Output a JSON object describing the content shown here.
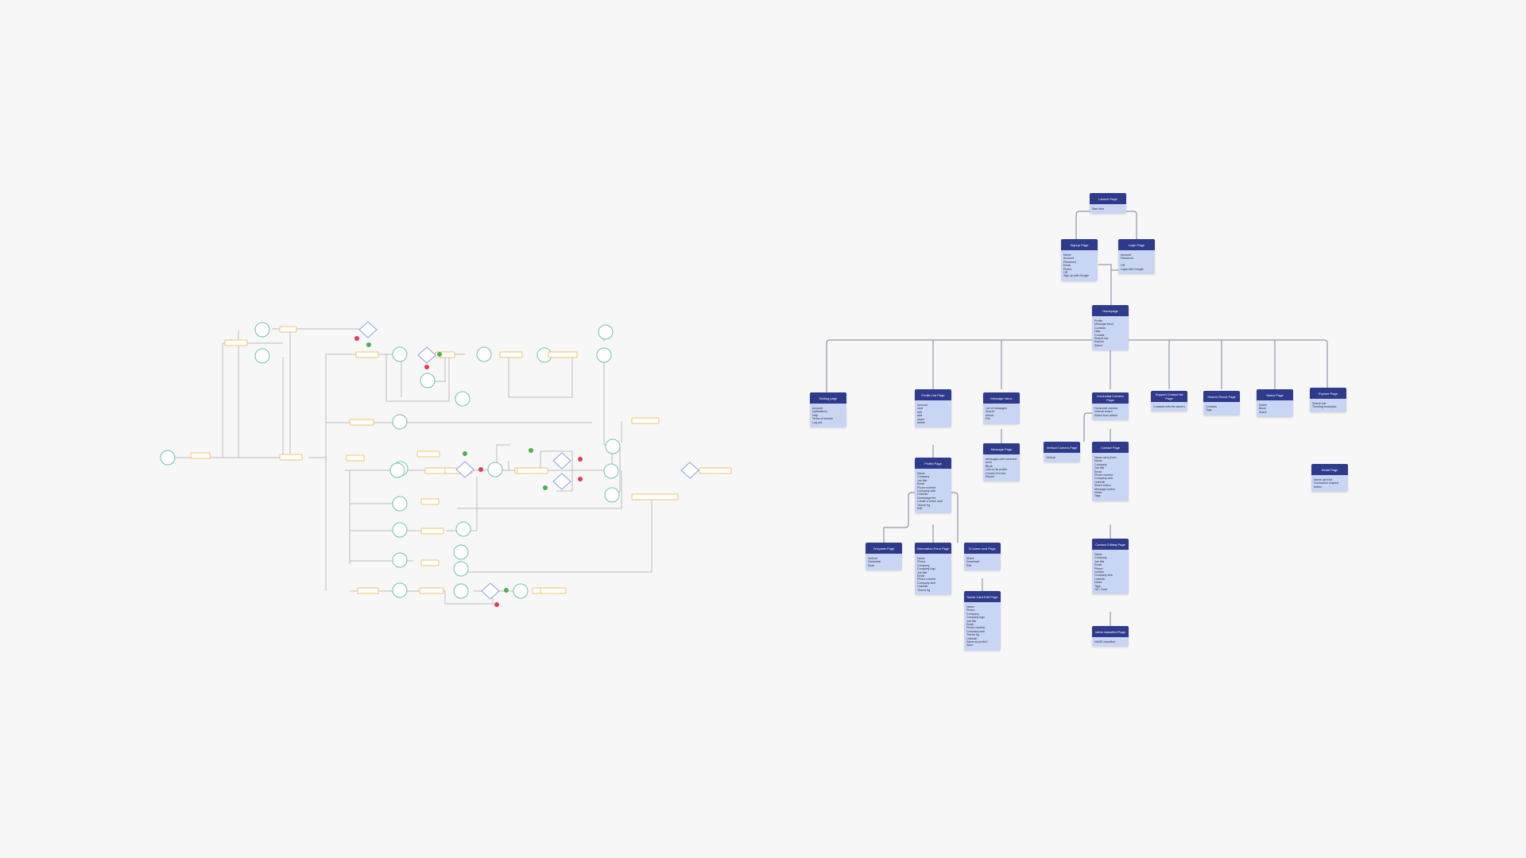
{
  "colors": {
    "background": "#f8f7f7",
    "node_header": "#2e3a8c",
    "node_body": "#c9d6f3",
    "connector": "#8f97a8",
    "flow_circle": "#6fbfb1",
    "flow_rect": "#f0c36a",
    "flow_diamond": "#8a9de6",
    "flow_yes": "#4caf50",
    "flow_no": "#e53955",
    "flow_line": "#bdbdbd"
  },
  "sitemap": {
    "nodes": [
      {
        "id": "launch",
        "title": "Launch Page",
        "items": [
          "Start flow"
        ]
      },
      {
        "id": "signup",
        "title": "Signup Page",
        "items": [
          "Name",
          "Account",
          "Password",
          "Email",
          "Phone",
          "OR",
          "Sign up with Google"
        ]
      },
      {
        "id": "login",
        "title": "Login Page",
        "items": [
          "Account",
          "Password",
          "",
          "OR",
          "Login with Google"
        ]
      },
      {
        "id": "homepage",
        "title": "Homepage",
        "items": [
          "Profile",
          "Message inbox",
          "Contacts",
          "Help",
          "Contact",
          "Search bar",
          "Explore",
          "Select"
        ]
      },
      {
        "id": "setting",
        "title": "Setting page",
        "items": [
          "Account",
          "notifications",
          "Help",
          "Terms of service",
          "Log out"
        ]
      },
      {
        "id": "profile-list",
        "title": "Profile List Page",
        "items": [
          "Account",
          "card",
          "edit",
          "add",
          "share",
          "delete"
        ]
      },
      {
        "id": "message-inbox",
        "title": "Message Inbox",
        "items": [
          "List of messages",
          "Search",
          "Select",
          "File"
        ]
      },
      {
        "id": "horizontal-camera",
        "title": "Horizontal Camera Page",
        "items": [
          "Horizontal camera",
          "Vertical button",
          "Select from album"
        ]
      },
      {
        "id": "support-contact",
        "title": "Support Contact list Page",
        "items": [
          "Contacts with the same tag"
        ]
      },
      {
        "id": "search-result",
        "title": "Search Result Page",
        "items": [
          "Contacts",
          "Tags"
        ]
      },
      {
        "id": "select-page",
        "title": "Select Page",
        "items": [
          "Delete",
          "Block",
          "Share"
        ]
      },
      {
        "id": "explore-page",
        "title": "Explore Page",
        "items": [
          "Search bar",
          "Trending examples"
        ]
      },
      {
        "id": "detail-page",
        "title": "Detail Page",
        "items": [
          "Name card list",
          "Connection request",
          "button"
        ]
      },
      {
        "id": "profile-page",
        "title": "Profile Page",
        "items": [
          "Name",
          "Company",
          "Job title",
          "Email",
          "Phone number",
          "Company web",
          "Linkedin",
          "Homepage list",
          "Create a name card",
          "Theme bg",
          "Edit"
        ]
      },
      {
        "id": "message-page",
        "title": "Message Page",
        "items": [
          "messages with someone",
          "more",
          "Block",
          "Link to his profile",
          "Convert it to the",
          "Report"
        ]
      },
      {
        "id": "vertical-camera",
        "title": "Vertical Camera Page",
        "items": [
          "Vertical"
        ]
      },
      {
        "id": "contact-page",
        "title": "Contact Page",
        "items": [
          "Name card photo",
          "Name",
          "Company",
          "Job title",
          "Email",
          "Phone number",
          "Company web",
          "Linkedin",
          "Share button",
          "Message button",
          "Notes",
          "Tags"
        ]
      },
      {
        "id": "template-page",
        "title": "Template Page",
        "items": [
          "Vertical",
          "Horizontal",
          "Scan"
        ]
      },
      {
        "id": "information-form",
        "title": "Information Form Page",
        "items": [
          "Name",
          "Phone",
          "Company",
          "Company logo",
          "Job title",
          "Email",
          "Phone number",
          "Company web",
          "Linkedin",
          "Theme bg"
        ]
      },
      {
        "id": "e-name-card",
        "title": "E-name card Page",
        "items": [
          "Share",
          "Download",
          "Edit"
        ]
      },
      {
        "id": "name-card-edit",
        "title": "Name Card Edit Page",
        "items": [
          "Name",
          "Phone",
          "Company",
          "Company logo",
          "Job title",
          "Email",
          "Phone number",
          "Company web",
          "Theme bg",
          "Linkedin",
          "Same as profile?",
          "Save"
        ]
      },
      {
        "id": "contact-editing",
        "title": "Contact Editing Page",
        "items": [
          "Name",
          "Company",
          "Job title",
          "Email",
          "Phone",
          "number",
          "Company web",
          "Linkedin",
          "Notes",
          "Tags",
          "OK / Save"
        ]
      },
      {
        "id": "name-classified",
        "title": "name classified Page",
        "items": [
          "NAME classified"
        ]
      }
    ]
  }
}
